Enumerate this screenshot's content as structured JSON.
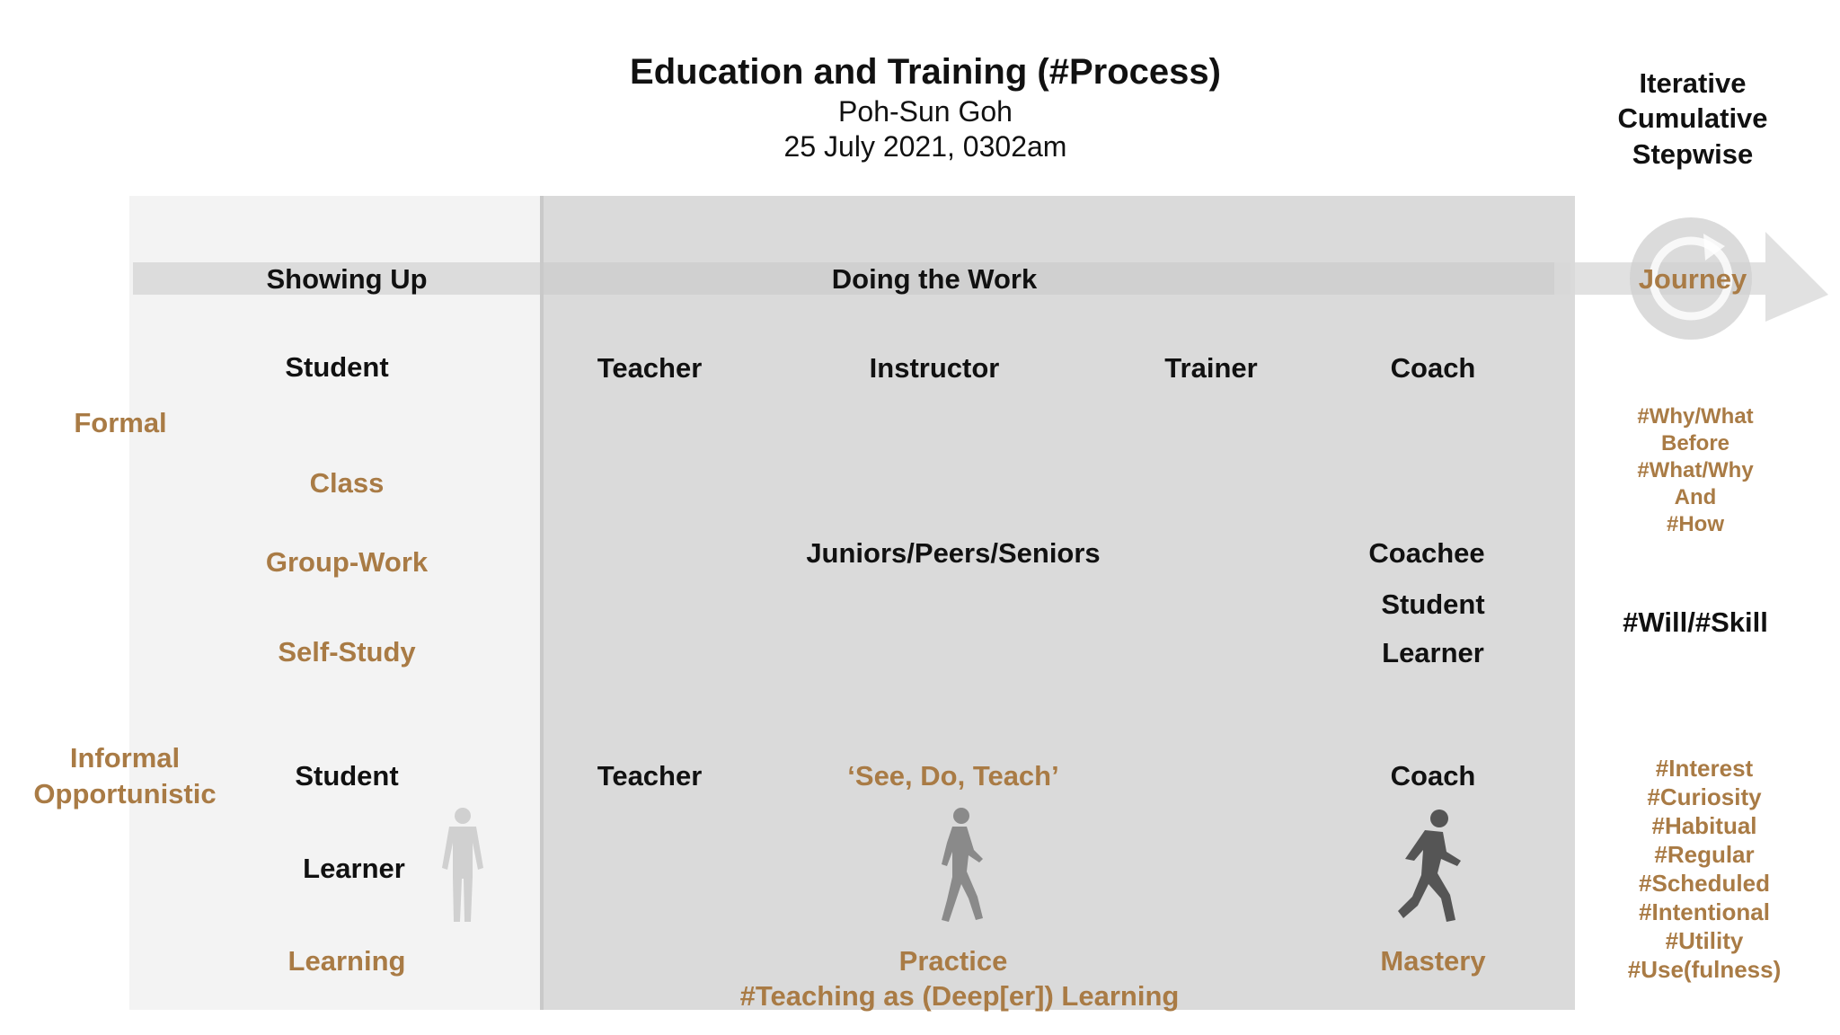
{
  "header": {
    "title": "Education and Training (#Process)",
    "author": "Poh-Sun Goh",
    "date": "25 July 2021, 0302am"
  },
  "side_heading": {
    "line1": "Iterative",
    "line2": "Cumulative",
    "line3": "Stepwise"
  },
  "band": {
    "showing_up": "Showing Up",
    "doing_work": "Doing the Work",
    "journey": "Journey"
  },
  "formal": {
    "label": "Formal",
    "student": "Student",
    "roles": [
      "Teacher",
      "Instructor",
      "Trainer",
      "Coach"
    ],
    "class": "Class",
    "group_work": "Group-Work",
    "self_study": "Self-Study",
    "juniors": "Juniors/Peers/Seniors",
    "coachee": "Coachee",
    "student2": "Student",
    "learner": "Learner"
  },
  "informal": {
    "label_line1": "Informal",
    "label_line2": "Opportunistic",
    "student": "Student",
    "teacher": "Teacher",
    "see_do_teach": "‘See, Do, Teach’",
    "coach": "Coach",
    "learner": "Learner"
  },
  "bottom": {
    "learning": "Learning",
    "practice": "Practice",
    "teaching_as": "#Teaching as (Deep[er]) Learning",
    "mastery": "Mastery"
  },
  "right_column": {
    "why_what": [
      "#Why/What",
      "Before",
      "#What/Why",
      "And",
      "#How"
    ],
    "will_skill": "#Will/#Skill",
    "hashtags": [
      "#Interest",
      "#Curiosity",
      "#Habitual",
      "#Regular",
      "#Scheduled",
      "#Intentional",
      "#Utility",
      "#Use(fulness)"
    ]
  },
  "icons": {
    "standing": "standing-person-icon",
    "walking": "walking-person-icon",
    "striding": "striding-person-icon",
    "journey": "refresh-arrow-icon"
  },
  "colors": {
    "accent": "#a97b45",
    "text": "#111111",
    "panel_light": "#f3f3f3",
    "panel_dark": "#dadada"
  }
}
